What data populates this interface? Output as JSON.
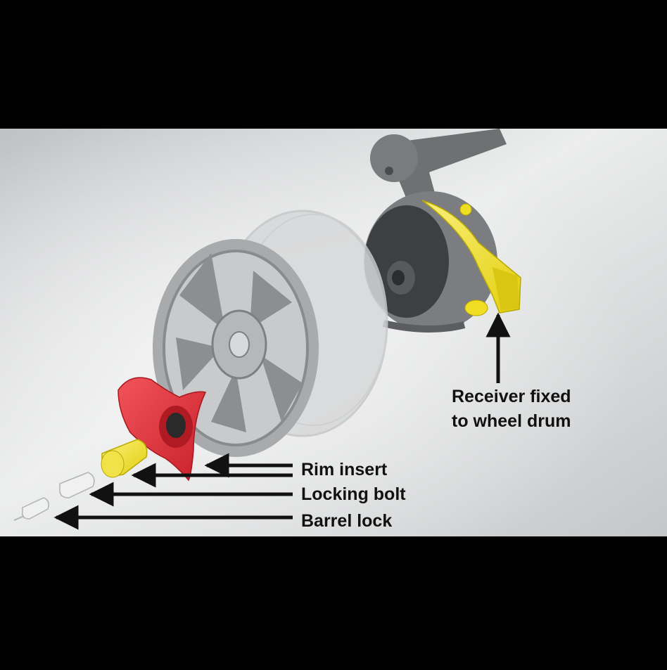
{
  "labels": {
    "receiver_line1": "Receiver fixed",
    "receiver_line2": "to wheel drum",
    "rim_insert": "Rim insert",
    "locking_bolt": "Locking bolt",
    "barrel_lock": "Barrel lock"
  },
  "colors": {
    "highlight_yellow": "#f4e21c",
    "rim_insert_red": "#e8323a",
    "wheel_grey": "#8c8c8c",
    "tire_grey": "#cfcfcf",
    "background_light": "#e6e7e8",
    "background_dark": "#b9bbbe"
  }
}
